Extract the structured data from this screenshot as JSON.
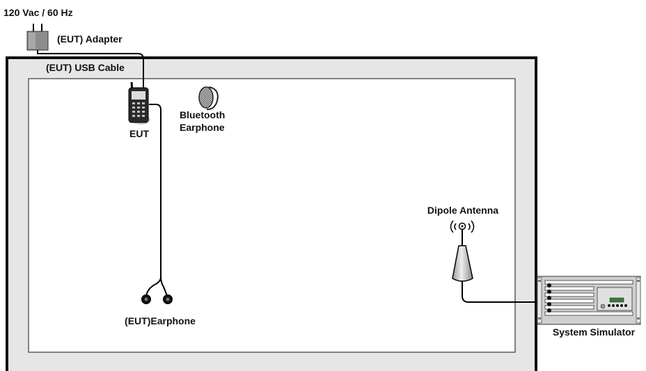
{
  "labels": {
    "power_supply": "120 Vac / 60 Hz",
    "adapter": "(EUT) Adapter",
    "usb_cable": "(EUT) USB Cable",
    "eut": "EUT",
    "bluetooth_line1": "Bluetooth",
    "bluetooth_line2": "Earphone",
    "dipole_antenna": "Dipole Antenna",
    "earphone": "(EUT)Earphone",
    "system_simulator": "System Simulator"
  },
  "colors": {
    "chamber_fill": "#e6e6e6",
    "chamber_border": "#111111",
    "inner_area": "#ffffff",
    "cable": "#000000"
  },
  "icons": [
    "plug-icon",
    "adapter-icon",
    "phone-icon",
    "bluetooth-earphone-icon",
    "antenna-icon",
    "earphone-icon",
    "simulator-rack-icon"
  ]
}
